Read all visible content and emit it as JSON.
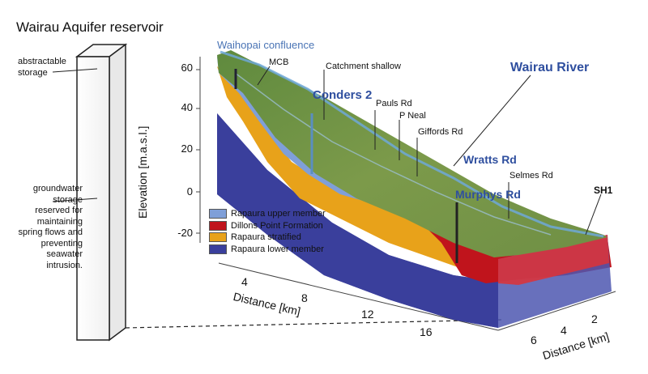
{
  "title": "Wairau Aquifer reservoir",
  "notes": {
    "abstractable": "abstractable storage",
    "groundwater": "groundwater storage reserved for maintaining spring flows and preventing seawater intrusion."
  },
  "axes": {
    "y_label": "Elevation [m.a.s.l.]",
    "y_ticks": [
      "60",
      "40",
      "20",
      "0",
      "-20"
    ],
    "x_label": "Distance [km]",
    "x_ticks": [
      "4",
      "8",
      "12",
      "16"
    ],
    "z_label": "Distance [km]",
    "z_ticks": [
      "6",
      "4",
      "2"
    ]
  },
  "places": {
    "waihopai": "Waihopai confluence",
    "mcb": "MCB",
    "catchment": "Catchment shallow",
    "conders": "Conders 2",
    "pauls": "Pauls Rd",
    "pneal": "P Neal",
    "giffords": "Giffords Rd",
    "wairau": "Wairau River",
    "wratts": "Wratts Rd",
    "selmes": "Selmes Rd",
    "murphys": "Murphys Rd",
    "sh1": "SH1"
  },
  "legend": [
    {
      "label": "Rapaura upper member",
      "color": "#7f9fd8"
    },
    {
      "label": "Dillons Point Formation",
      "color": "#c0141c"
    },
    {
      "label": "Rapaura stratified",
      "color": "#e8a21a"
    },
    {
      "label": "Rapaura lower member",
      "color": "#3a3f9c"
    }
  ]
}
